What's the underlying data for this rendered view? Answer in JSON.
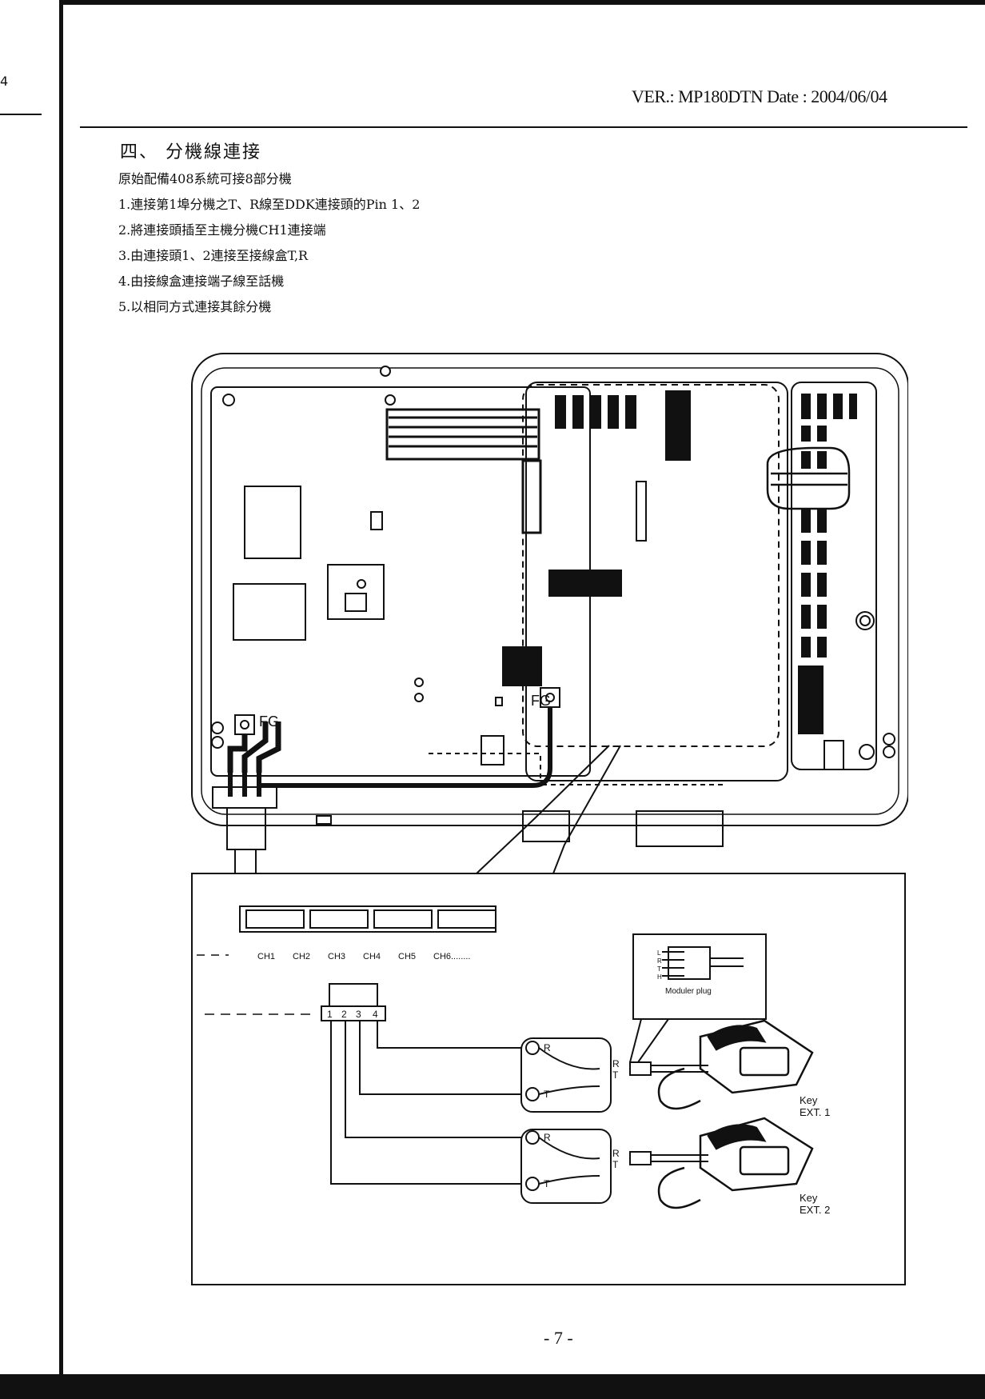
{
  "header": {
    "side_number": "4",
    "version_line": "VER.: MP180DTN Date : 2004/06/04"
  },
  "section": {
    "title": "四、 分機線連接",
    "lines": [
      "原始配備408系統可接8部分機",
      "1.連接第1埠分機之T、R線至DDK連接頭的Pin 1、2",
      "2.將連接頭插至主機分機CH1連接端",
      "3.由連接頭1、2連接至接線盒T,R",
      "4.由接線盒連接端子線至話機",
      "5.以相同方式連接其餘分機"
    ]
  },
  "diagram": {
    "fg_label": "FG",
    "channels": [
      "CH1",
      "CH2",
      "CH3",
      "CH4",
      "CH5",
      "CH6........"
    ],
    "pins": [
      "1",
      "2",
      "3",
      "4"
    ],
    "plug_letters": [
      "L",
      "R",
      "T",
      "H"
    ],
    "plug_caption": "Moduler plug",
    "box_r": "R",
    "box_t": "T",
    "ext1_line1": "Key",
    "ext1_line2": "EXT. 1",
    "ext2_line1": "Key",
    "ext2_line2": "EXT. 2"
  },
  "footer": {
    "page_number": "- 7 -"
  }
}
